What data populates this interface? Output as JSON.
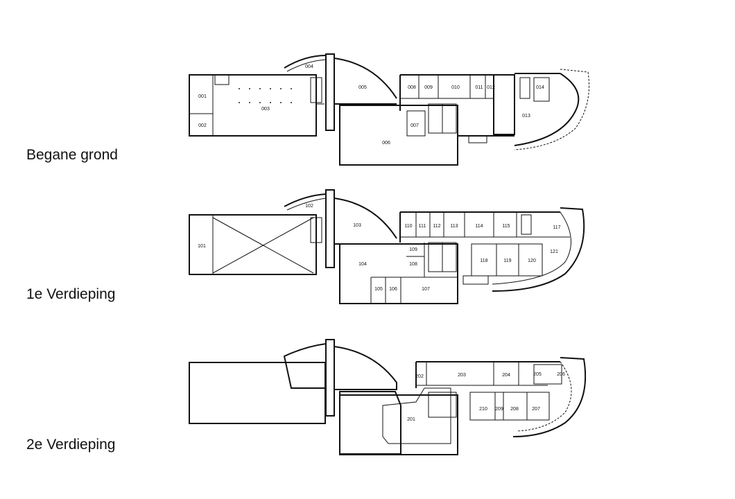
{
  "floors": [
    {
      "name": "Begane grond",
      "rooms": [
        "001",
        "002",
        "003",
        "004",
        "005",
        "006",
        "007",
        "008",
        "009",
        "010",
        "011",
        "012",
        "013",
        "014"
      ]
    },
    {
      "name": "1e Verdieping",
      "rooms": [
        "101",
        "102",
        "103",
        "104",
        "105",
        "106",
        "107",
        "108",
        "109",
        "110",
        "111",
        "112",
        "113",
        "114",
        "115",
        "117",
        "118",
        "119",
        "120",
        "121"
      ]
    },
    {
      "name": "2e Verdieping",
      "rooms": [
        "201",
        "202",
        "203",
        "204",
        "205",
        "206",
        "207",
        "208",
        "209",
        "210"
      ]
    }
  ]
}
